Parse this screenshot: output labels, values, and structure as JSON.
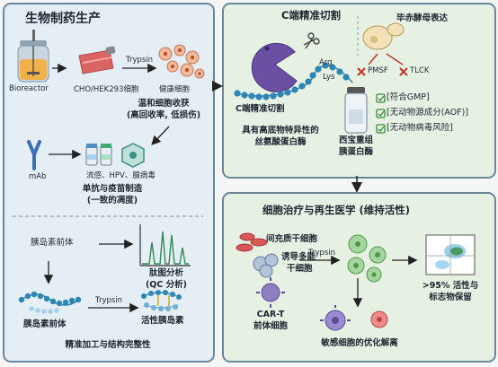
{
  "bio": {
    "title": "生物制药生产",
    "bioreactor": "Bioreactor",
    "cho_cells": "CHO/HEK293细胞",
    "trypsin1": "Trypsin",
    "healthy_cells": "健康细胞",
    "harvest_line1": "温和细胞收获",
    "harvest_line2": "(高回收率, 低损伤)",
    "mab": "mAb",
    "vaccine_types": "流感、HPV、腺病毒",
    "mab_vaccine_line1": "单抗与疫苗制造",
    "mab_vaccine_line2": "(一致的凋度)",
    "proinsulin": "胰岛素前体",
    "peptide_line1": "肽图分析",
    "peptide_line2": "(QC 分析)",
    "trypsin2": "Trypsin",
    "proinsulin2": "胰岛素前体",
    "active_insulin": "活性胰岛素",
    "footer": "精准加工与结构完整性"
  },
  "cterm": {
    "title": "C端精准切割",
    "title2": "C端精准切割",
    "yeast": "毕赤酵母表达",
    "arg": "Arg",
    "lys": "Lys",
    "pmsf": "PMSF",
    "tlck": "TLCK",
    "specificity_line1": "具有高底物特异性的",
    "specificity_line2": "丝氨酸蛋白酶",
    "recombinant_line1": "西宝重组",
    "recombinant_line2": "胰蛋白酶",
    "gmp": "[符合GMP]",
    "aof": "[无动物源成分(AOF)]",
    "virus": "[无动物病毒风险]"
  },
  "cell": {
    "title": "细胞治疗与再生医学 (维持活性)",
    "msc": "间充质干细胞",
    "ipsc_line1": "诱导多能",
    "ipsc_line2": "干细胞",
    "trypsin": "Trypsin",
    "cart_line1": "CAR-T",
    "cart_line2": "前体细胞",
    "activity_line1": ">95% 活性与",
    "activity_line2": "标志物保留",
    "optimized": "敏感细胞的优化解离"
  },
  "colors": {
    "panel_blue": "#e6eef5",
    "panel_green": "#e6f0e3",
    "border": "#6a879e",
    "enzyme": "#6b4fa3",
    "chain": "#2f86b4",
    "inhibitor": "#c0392b"
  }
}
